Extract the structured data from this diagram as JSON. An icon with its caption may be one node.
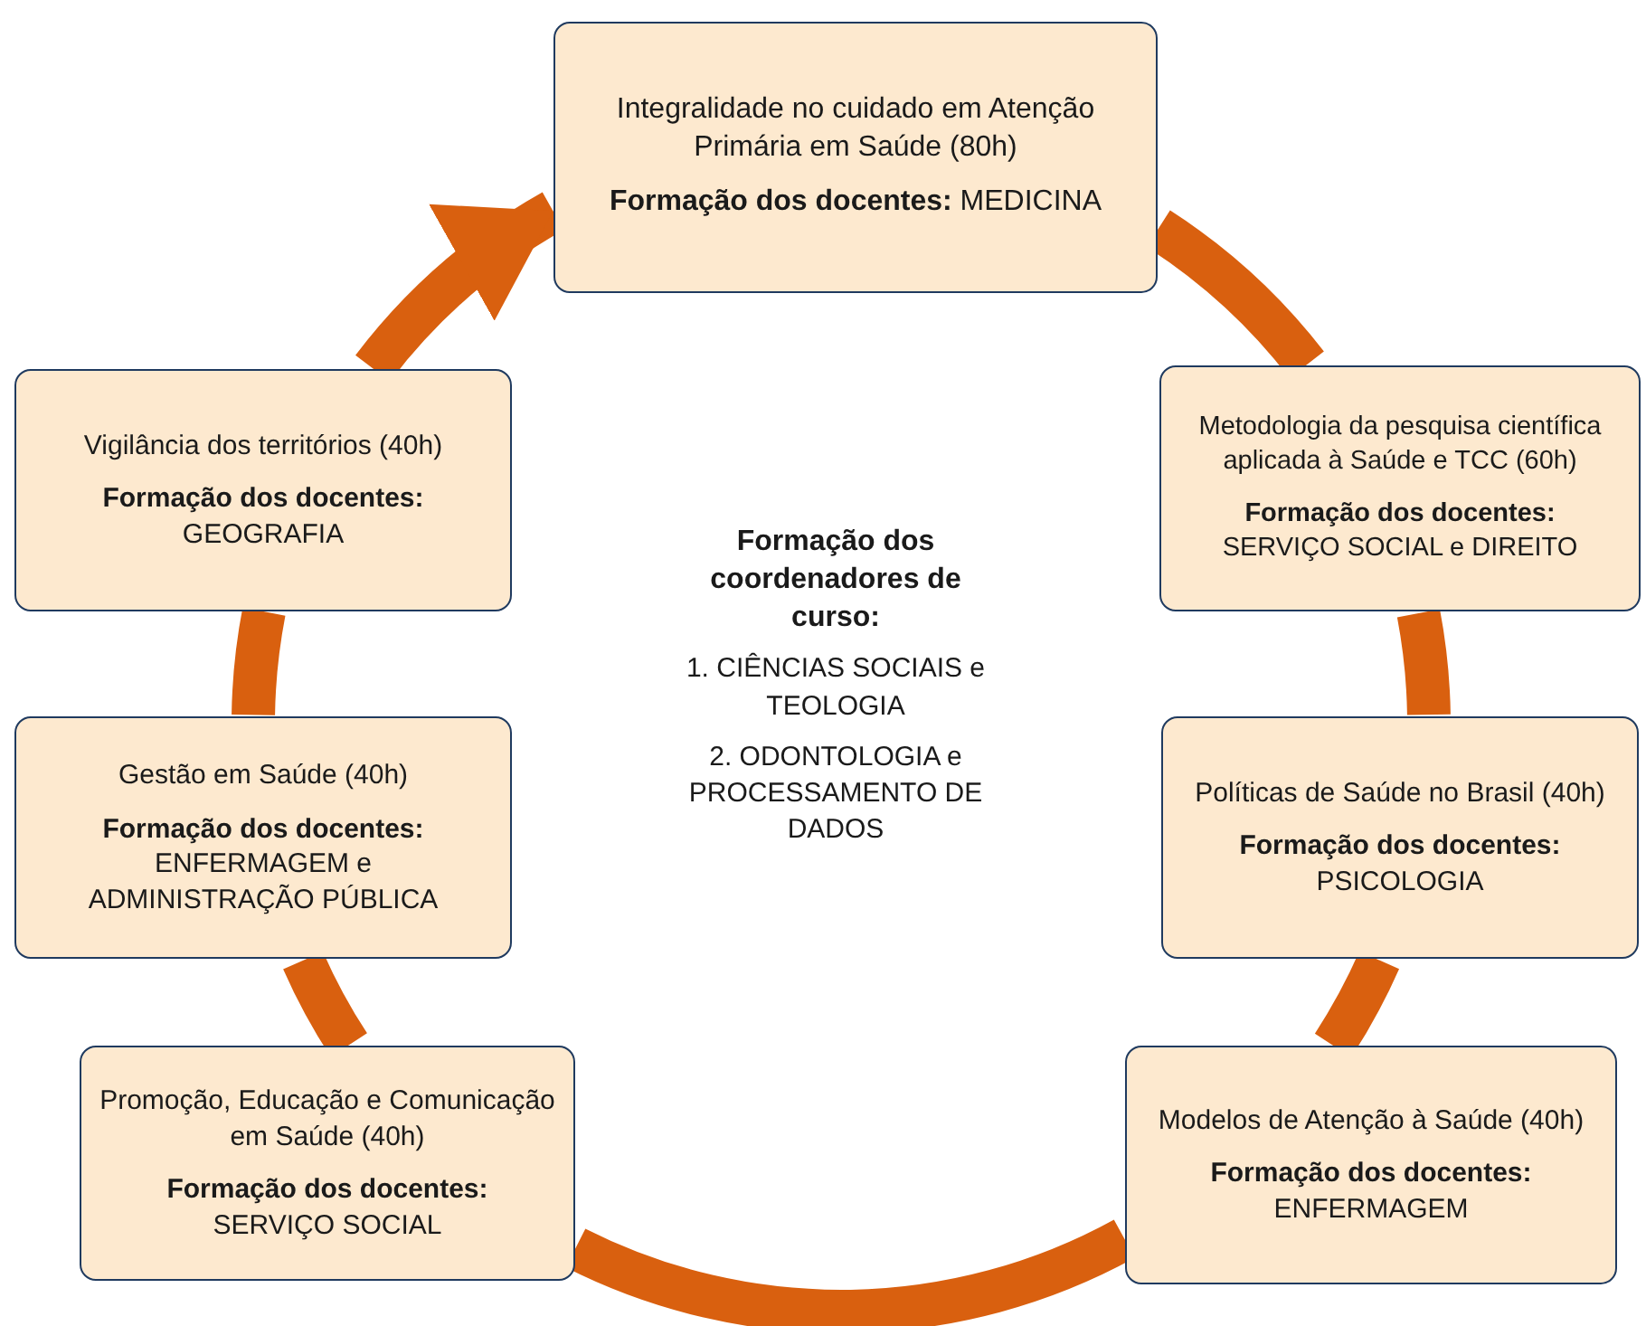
{
  "diagram": {
    "nodes": [
      {
        "text": [
          "Integralidade no cuidado em Atenção Primária em Saúde (80h)",
          "Formação dos docentes:",
          "MEDICINA"
        ]
      },
      {
        "text": [
          "Vigilância dos territórios (40h)",
          "Formação dos docentes:",
          "GEOGRAFIA"
        ]
      },
      {
        "text": [
          "Metodologia da pesquisa científica aplicada à Saúde e TCC (60h)",
          "Formação dos docentes:",
          "SERVIÇO SOCIAL e DIREITO"
        ]
      },
      {
        "text": [
          "Gestão em Saúde (40h)",
          "Formação dos docentes:",
          "ENFERMAGEM e ADMINISTRAÇÃO PÚBLICA"
        ]
      },
      {
        "text": [
          "Políticas de Saúde no Brasil (40h)",
          "Formação dos docentes:",
          "PSICOLOGIA"
        ]
      },
      {
        "text": [
          "Promoção, Educação e Comunicação em Saúde (40h)",
          "Formação dos docentes:",
          "SERVIÇO SOCIAL"
        ]
      },
      {
        "text": [
          "Modelos de Atenção à Saúde (40h)",
          "Formação dos docentes:",
          "ENFERMAGEM"
        ]
      }
    ],
    "edges": [
      {
        "from": 0,
        "to": 2,
        "arrow": "none"
      },
      {
        "from": 2,
        "to": 4,
        "arrow": "none"
      },
      {
        "from": 4,
        "to": 6,
        "arrow": "none"
      },
      {
        "from": 6,
        "to": 5,
        "arrow": "none"
      },
      {
        "from": 5,
        "to": 3,
        "arrow": "none"
      },
      {
        "from": 3,
        "to": 1,
        "arrow": "none"
      },
      {
        "from": 1,
        "to": 0,
        "arrow": "to"
      }
    ],
    "labels": [
      "Formação dos coordenadores de curso:",
      "1. CIÊNCIAS SOCIAIS e TEOLOGIA",
      "2. ODONTOLOGIA e PROCESSAMENTO DE DADOS"
    ]
  }
}
